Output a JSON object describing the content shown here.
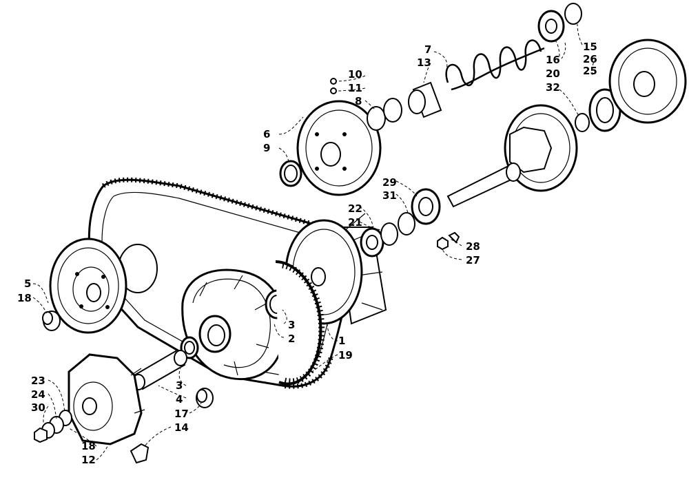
{
  "labels": {
    "l1": "1",
    "l2": "2",
    "l3a": "3",
    "l3b": "3",
    "l4": "4",
    "l5": "5",
    "l6": "6",
    "l7": "7",
    "l8": "8",
    "l9": "9",
    "l10": "10",
    "l11": "11",
    "l12": "12",
    "l13": "13",
    "l14": "14",
    "l15": "15",
    "l16": "16",
    "l17": "17",
    "l18a": "18",
    "l18b": "18",
    "l19": "19",
    "l20": "20",
    "l21": "21",
    "l22": "22",
    "l23": "23",
    "l24": "24",
    "l25": "25",
    "l26": "26",
    "l27": "27",
    "l28": "28",
    "l29": "29",
    "l30": "30",
    "l31": "31",
    "l32": "32"
  }
}
